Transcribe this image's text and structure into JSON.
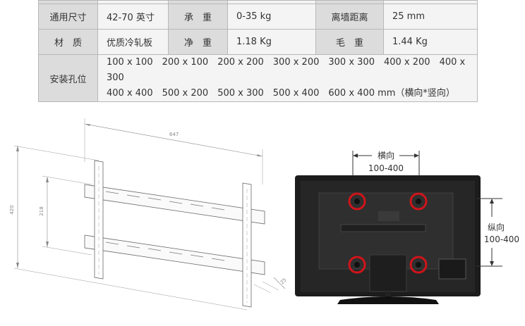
{
  "specs": {
    "rows": [
      [
        {
          "label": "通用尺寸",
          "value": "42-70 英寸"
        },
        {
          "label": "承　重",
          "value": "0-35 kg"
        },
        {
          "label": "离墙距离",
          "value": "25 mm"
        }
      ],
      [
        {
          "label": "材　质",
          "value": "优质冷轧板"
        },
        {
          "label": "净　重",
          "value": "1.18 Kg"
        },
        {
          "label": "毛　重",
          "value": "1.44 Kg"
        }
      ]
    ],
    "holes_label": "安装孔位",
    "holes_line1": [
      "100 x 100",
      "200 x 100",
      "200 x 200",
      "300 x 200",
      "300 x 300",
      "400 x 200",
      "400 x 300"
    ],
    "holes_line2": [
      "400 x 400",
      "500 x 200",
      "500 x 300",
      "500 x 400",
      "600 x 400 mm（横向*竖向）"
    ]
  },
  "drawing": {
    "width_dim": "647",
    "height_dim": "420",
    "inner_dim": "218",
    "depth_dim": "25"
  },
  "tv": {
    "horizontal_label": "横向",
    "horizontal_range": "100-400",
    "vertical_label": "纵向",
    "vertical_range": "100-400"
  },
  "colors": {
    "marker_red": "#d0141a",
    "label_bg": "#dcdcdc",
    "value_bg": "#f4f4f4"
  }
}
